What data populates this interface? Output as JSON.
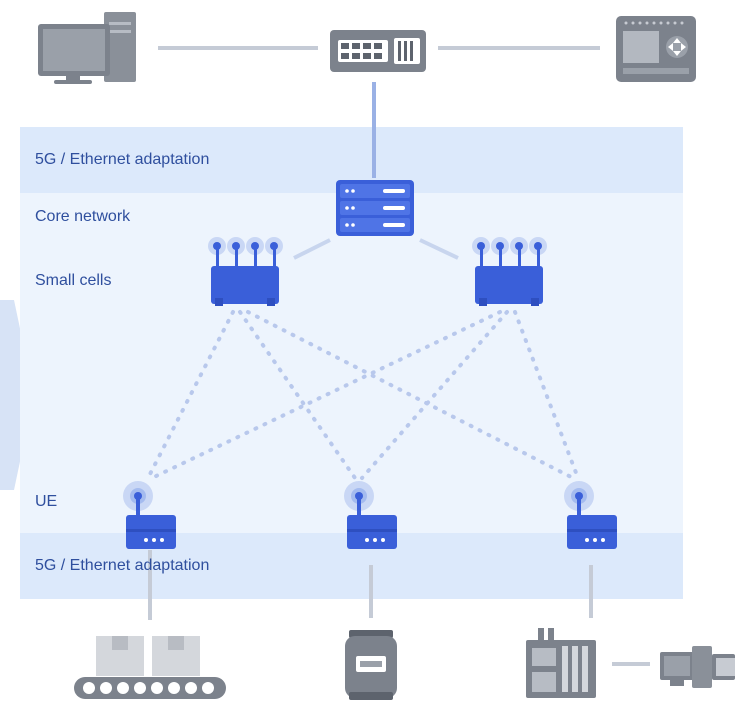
{
  "labels": {
    "adaptation_top": "5G / Ethernet adaptation",
    "core_network": "Core network",
    "small_cells": "Small cells",
    "ue": "UE",
    "adaptation_bottom": "5G / Ethernet adaptation"
  },
  "colors": {
    "band": "#dce9fb",
    "panel": "#edf4fd",
    "device_blue": "#3a5fd9",
    "line_gray": "#c5cbd6",
    "link_blue": "#9ab1e5",
    "dotted": "#b8c8ec"
  },
  "icons": [
    "desktop-computer-icon",
    "ethernet-switch-icon",
    "hmi-panel-icon",
    "core-server-icon",
    "small-cell-router-icon",
    "ue-modem-icon",
    "conveyor-belt-icon",
    "meter-icon",
    "plc-cabinet-icon",
    "workstation-icon",
    "chevron-arrow-icon"
  ]
}
